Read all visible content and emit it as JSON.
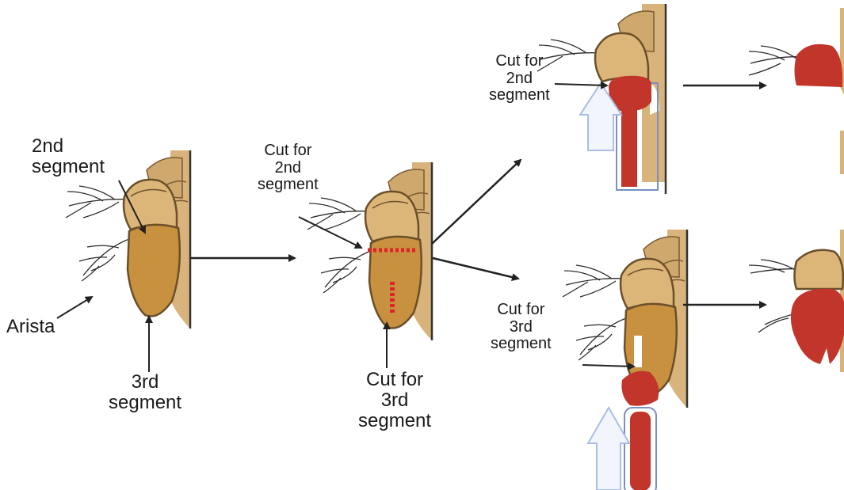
{
  "labels": {
    "second_segment": [
      "2nd",
      "segment"
    ],
    "arista": "Arista",
    "third_segment": [
      "3rd",
      "segment"
    ],
    "cut_second": [
      "Cut for",
      "2nd",
      "segment"
    ],
    "cut_third": [
      "Cut for",
      "3rd",
      "segment"
    ],
    "cut_second_top": [
      "Cut for",
      "2nd",
      "segment"
    ],
    "cut_third_bottom": [
      "Cut for",
      "3rd",
      "segment"
    ]
  },
  "colors": {
    "third_segment": "#c7913f",
    "second_segment": "#dcb678",
    "head_cuticle": "#d7b27a",
    "outline": "#6b4f2a",
    "cut_mark": "#e0202a",
    "pipette_fill": "#c1352b",
    "pipette_glass": "#7a8fc4",
    "flow_arrow": "#a9bde6",
    "arrow": "#222222"
  }
}
